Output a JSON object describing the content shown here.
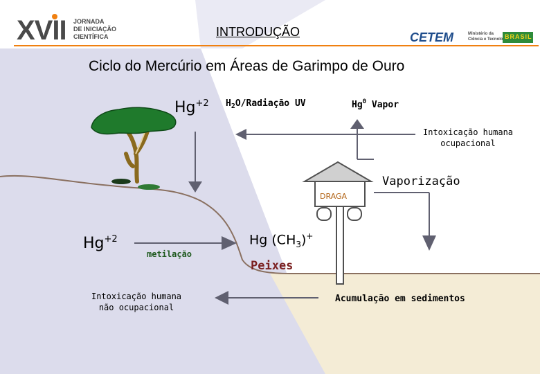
{
  "header": {
    "event_number": "XVII",
    "event_name_lines": [
      "JORNADA",
      "DE INICIAÇÃO",
      "CIENTÍFICA"
    ],
    "section_title": "INTRODUÇÃO",
    "partner_logo": "CETEM",
    "ministry_lines": [
      "Ministério da",
      "Ciência e Tecnologia"
    ],
    "flag_text": "BRASIL"
  },
  "diagram": {
    "title": "Ciclo do Mercúrio em Áreas de Garimpo de Ouro",
    "hg_top": {
      "base": "Hg",
      "charge": "+2"
    },
    "hg_left": {
      "base": "Hg",
      "charge": "+2"
    },
    "h2o_uv": {
      "pre": "H",
      "sub": "2",
      "post": "O/Radiação UV"
    },
    "hg0_vapor": {
      "pre": "Hg",
      "sup": "0",
      "post": " Vapor"
    },
    "intox_ocupacional": [
      "Intoxicação humana",
      "ocupacional"
    ],
    "vaporizacao": "Vaporização",
    "draga": "DRAGA",
    "metilacao": "metilação",
    "hg_ch3": {
      "pre": "Hg (CH",
      "sub": "3",
      "post": ")",
      "sup": "+"
    },
    "peixes": "Peixes",
    "intox_nao_ocupacional": [
      "Intoxicação humana",
      "não ocupacional"
    ],
    "acumulacao": "Acumulação em sedimentos"
  },
  "colors": {
    "sky": "#dcdcec",
    "sand": "#f4ecd6",
    "arrow": "#606070",
    "tree_canopy": "#1f7a2c",
    "trunk": "#8a6a1e",
    "ground_line": "#8a7060",
    "logo_orange": "#f08010",
    "logo_blue": "#1f4d8c"
  }
}
